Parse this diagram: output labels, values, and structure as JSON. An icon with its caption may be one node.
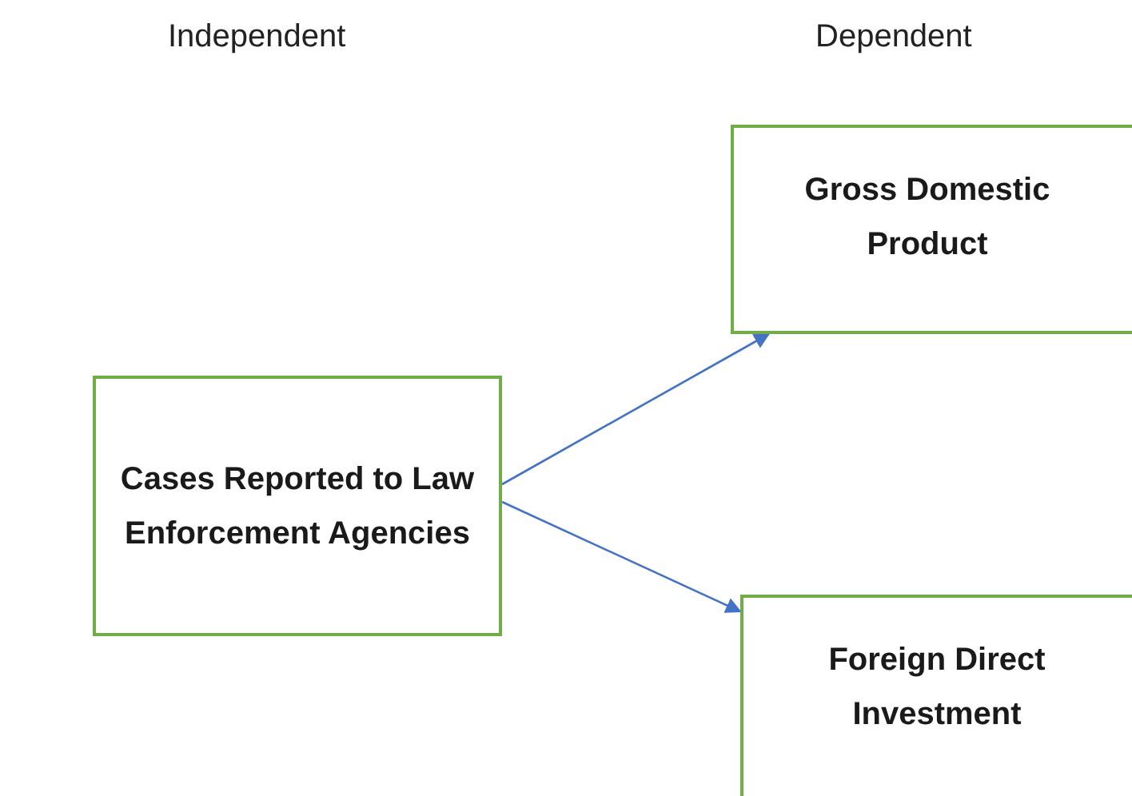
{
  "diagram": {
    "nodes": [
      {
        "text": [
          "Cases Reported to Law Enforcement Agencies"
        ]
      },
      {
        "text": [
          "Gross Domestic Product"
        ]
      },
      {
        "text": [
          "Foreign Direct Investment"
        ]
      }
    ],
    "edges": [
      {
        "from": 0,
        "to": 1,
        "arrow": "to"
      },
      {
        "from": 0,
        "to": 2,
        "arrow": "to"
      }
    ],
    "labels": [
      "Independent",
      "Dependent"
    ]
  }
}
